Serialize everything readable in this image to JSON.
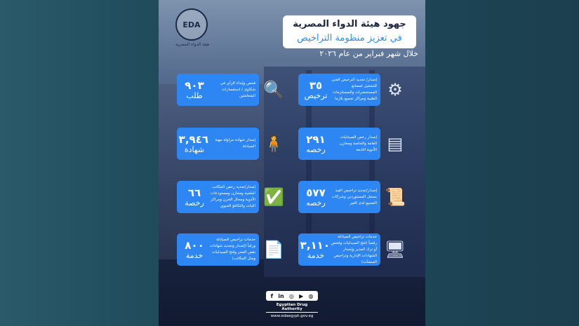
{
  "logo": {
    "abbr": "EDA",
    "arabic_name": "هيئة الدواء المصرية"
  },
  "title": {
    "line1": "جهود هيئة الدواء المصرية",
    "line2": "في تعزيز منظومة التراخيص",
    "subtitle": "خلال شهر فبراير من عام ٢٠٢٦"
  },
  "cards": [
    {
      "number": "٣٥",
      "unit": "ترخيص",
      "text": "إصدار/ تجديد الترخيص الفني للتشغيل لمصانع المستحضرات والمستلزمات الطبية ومراكز تجميع بلازما",
      "icon": "gear-icon"
    },
    {
      "number": "٩٠٣",
      "unit": "طلب",
      "text": "فحص وإبداء الرأي في شكاوى / استفسارات المتعاملين",
      "icon": "magnifier-icon"
    },
    {
      "number": "٢٩١",
      "unit": "رخصه",
      "text": "إصدار رخص الصيدليات العامة والخاصة ومخازن الأدوية التابعة",
      "icon": "documents-icon"
    },
    {
      "number": "٣,٩٤٦",
      "unit": "شهادة",
      "text": "إصدار شهادة مزاولة مهنة الصيادلة",
      "icon": "pharmacist-icon"
    },
    {
      "number": "٥٧٧",
      "unit": "رخصه",
      "text": "إصدار/تجديد تراخيص القيد بسجل المستوردين وشركات التصنيع لدى الغير",
      "icon": "scroll-icon"
    },
    {
      "number": "٦٦",
      "unit": "رخصة",
      "text": "إصدار/تجديد رخص المكاتب العلمية ومخازن ومستودعات الأدوية ومحال الخزن ومراكز الثبات والتكافؤ الحيوي",
      "icon": "certificate-icon"
    },
    {
      "number": "٣,١١٠",
      "unit": "خدمة",
      "text": "خدمات تراخيص الصيادلة رقمياً (فتح الصيدليات وفحص أو ترك المدير وإصدار الشهادات الإدارية وتراخيص المنشآت)",
      "icon": "computer-icon"
    },
    {
      "number": "٨٠٠",
      "unit": "خدمة",
      "text": "خدمات تراخيص الصيادلة ورقياً (إصدار وتجديد شهادات نقص العجز وفتح الصيدليات ومثل المكاتب)",
      "icon": "paper-icon"
    }
  ],
  "footer": {
    "social": [
      "f",
      "in",
      "◎",
      "▶",
      "◍"
    ],
    "org": "Egyptian Drug Authority",
    "url": "www.edaegypt.gov.eg"
  },
  "colors": {
    "card": "#2e86f2",
    "title_accent": "#2e8cf0"
  }
}
